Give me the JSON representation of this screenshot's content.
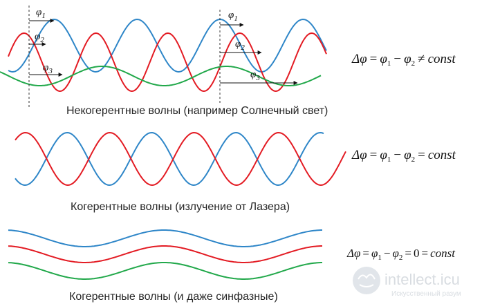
{
  "captions": {
    "incoherent": "Некогерентные волны (например Солнечный свет)",
    "coherent": "Когерентные волны (излучение от Лазера)",
    "in_phase": "Когерентные волны (и даже синфазные)"
  },
  "formulas": {
    "incoherent": {
      "delta": "Δφ",
      "eq": "=",
      "phi1": "φ",
      "sub1": "1",
      "minus": "−",
      "phi2": "φ",
      "sub2": "2",
      "rel": "≠",
      "const": "const"
    },
    "coherent": {
      "delta": "Δφ",
      "eq": "=",
      "phi1": "φ",
      "sub1": "1",
      "minus": "−",
      "phi2": "φ",
      "sub2": "2",
      "rel": "=",
      "const": "const"
    },
    "in_phase": {
      "delta": "Δφ",
      "eq": "=",
      "phi1": "φ",
      "sub1": "1",
      "minus": "−",
      "phi2": "φ",
      "sub2": "2",
      "eq2": "=",
      "zero": "0",
      "eq3": "=",
      "const": "const"
    }
  },
  "phase_labels": {
    "phi": "φ",
    "left": [
      "1",
      "2",
      "3"
    ],
    "right": [
      "1",
      "2",
      "3"
    ]
  },
  "watermark": {
    "brand": "intellect.icu",
    "tagline": "Искусственный разум"
  },
  "colors": {
    "wave_blue": "#2e86c8",
    "wave_red": "#e31b23",
    "wave_green": "#21a84a",
    "text": "#262626"
  }
}
